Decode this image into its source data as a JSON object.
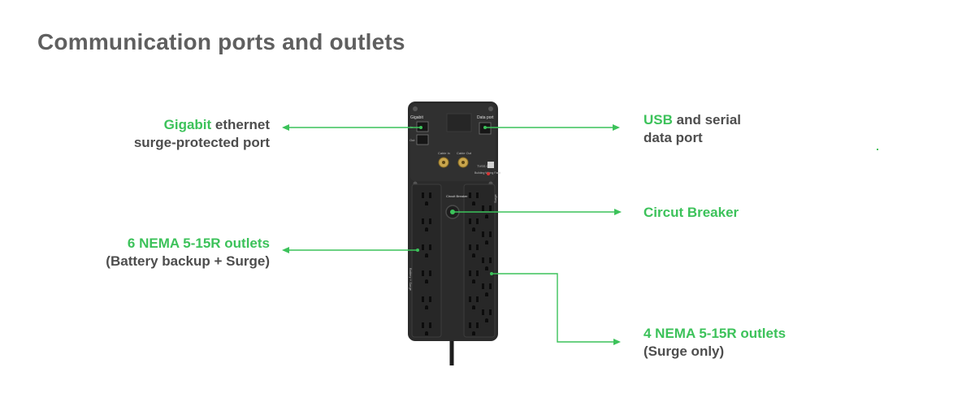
{
  "title": "Communication ports and outlets",
  "callouts": {
    "gigabit": {
      "highlight": "Gigabit",
      "rest": " ethernet",
      "line2": "surge-protected port"
    },
    "usb": {
      "highlight": "USB",
      "rest": " and serial",
      "line2": "data port"
    },
    "breaker": {
      "highlight": "Circut Breaker"
    },
    "battery_outlets": {
      "highlight": "6 NEMA 5-15R outlets",
      "line2": "(Battery backup + Surge)"
    },
    "surge_outlets": {
      "highlight": "4 NEMA 5-15R outlets",
      "line2": "(Surge only)"
    }
  },
  "device_labels": {
    "gigabit": "Gigabit",
    "data_port": "Data port",
    "in": "In",
    "out": "Out",
    "cable_in": "Cable In",
    "cable_out": "Cable Out",
    "tvss": "TVSS GND",
    "wiring_fault": "Building Wiring Fault",
    "circuit_breaker": "Circuit Breaker",
    "battery_surge": "Battery + Surge",
    "surge": "Surge"
  },
  "colors": {
    "accent": "#3cc25a",
    "text": "#4d4d4d",
    "title": "#5f5f5f",
    "device": "#2b2b2b"
  }
}
